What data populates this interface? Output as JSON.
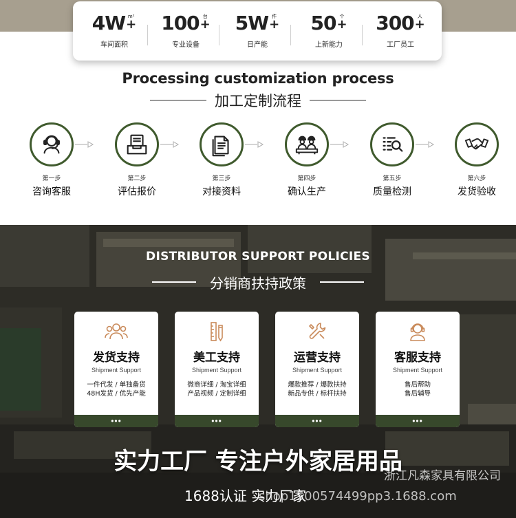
{
  "stats": [
    {
      "value": "4W",
      "unit": "m²",
      "plus": "+",
      "label": "车间面积"
    },
    {
      "value": "100",
      "unit": "台",
      "plus": "+",
      "label": "专业设备"
    },
    {
      "value": "5W",
      "unit": "件",
      "plus": "+",
      "label": "日产能"
    },
    {
      "value": "50",
      "unit": "个",
      "plus": "+",
      "label": "上新能力"
    },
    {
      "value": "300",
      "unit": "人",
      "plus": "+",
      "label": "工厂员工"
    }
  ],
  "process": {
    "title_en": "Processing customization process",
    "title_cn": "加工定制流程",
    "steps": [
      {
        "no": "第一步",
        "name": "咨询客服",
        "icon": "customer-service-icon"
      },
      {
        "no": "第二步",
        "name": "评估报价",
        "icon": "inbox-tray-icon"
      },
      {
        "no": "第三步",
        "name": "对接资料",
        "icon": "documents-icon"
      },
      {
        "no": "第四步",
        "name": "确认生产",
        "icon": "workers-icon"
      },
      {
        "no": "第五步",
        "name": "质量检测",
        "icon": "list-search-icon"
      },
      {
        "no": "第六步",
        "name": "发货验收",
        "icon": "handshake-icon"
      }
    ]
  },
  "distributor": {
    "title_en": "DISTRIBUTOR SUPPORT POLICIES",
    "title_cn": "分销商扶持政策",
    "cards": [
      {
        "title": "发货支持",
        "subtitle": "Shipment Support",
        "lines": [
          "一件代发 / 单独备货",
          "48H发货 / 优先产能"
        ],
        "icon": "people-icon",
        "more": "•••"
      },
      {
        "title": "美工支持",
        "subtitle": "Shipment Support",
        "lines": [
          "微商详细 / 淘宝详细",
          "产品视频 / 定制详细"
        ],
        "icon": "ruler-pencil-icon",
        "more": "•••"
      },
      {
        "title": "运营支持",
        "subtitle": "Shipment Support",
        "lines": [
          "爆款推荐 / 爆款扶持",
          "新品专供 / 标杆扶持"
        ],
        "icon": "wrench-icon",
        "more": "•••"
      },
      {
        "title": "客服支持",
        "subtitle": "Shipment Support",
        "lines": [
          "售后帮助",
          "售后辅导"
        ],
        "icon": "headset-agent-icon",
        "more": "•••"
      }
    ]
  },
  "slogan": "实力工厂 专注户外家居用品",
  "certification": "1688认证 实力厂家",
  "watermark": {
    "company": "浙江凡森家具有限公司",
    "url": "shop1500574499pp3.1688.com"
  },
  "colors": {
    "accent": "#3f5a2d",
    "card_footer": "#37482b",
    "banner": "#a79f8f"
  }
}
